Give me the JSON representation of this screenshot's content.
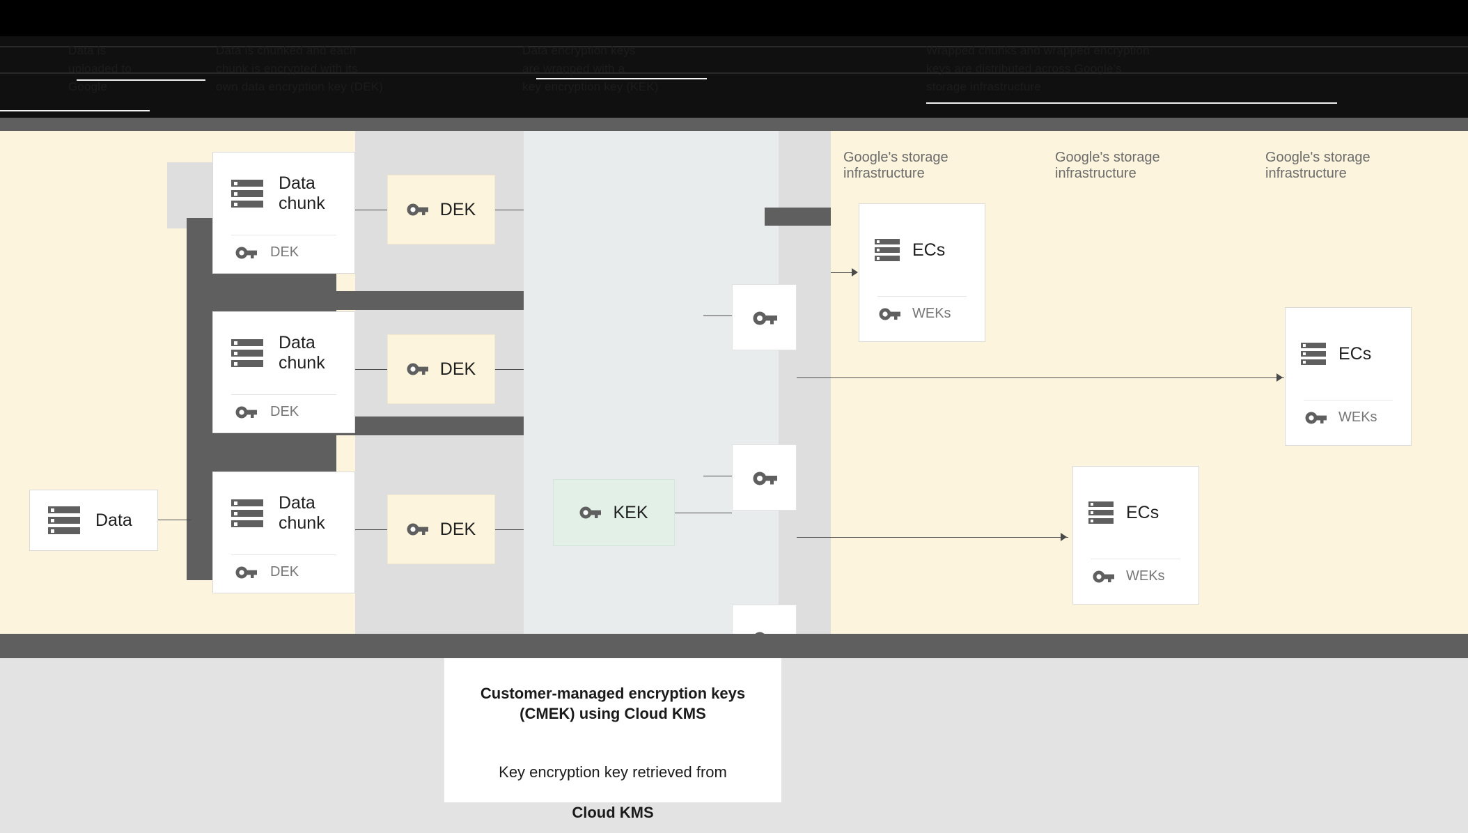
{
  "header": {
    "columns": [
      "Data is\nuploaded to\nGoogle",
      "Data is chunked and each\nchunk is encrypted with its\nown data encryption key (DEK)",
      "Data encryption keys\nare wrapped with a\nkey encryption key (KEK)",
      "Wrapped chunks and wrapped encryption\nkeys are distributed across Google's\nstorage infrastructure"
    ]
  },
  "diagram": {
    "data_box": {
      "label": "Data",
      "icon": "storage-icon"
    },
    "chunks": [
      {
        "title": "Data\nchunk",
        "icon": "storage-icon",
        "footer_label": "DEK",
        "footer_icon": "key-icon"
      },
      {
        "title": "Data\nchunk",
        "icon": "storage-icon",
        "footer_label": "DEK",
        "footer_icon": "key-icon"
      },
      {
        "title": "Data\nchunk",
        "icon": "storage-icon",
        "footer_label": "DEK",
        "footer_icon": "key-icon"
      }
    ],
    "deks": [
      {
        "label": "DEK",
        "icon": "key-icon"
      },
      {
        "label": "DEK",
        "icon": "key-icon"
      },
      {
        "label": "DEK",
        "icon": "key-icon"
      }
    ],
    "kek": {
      "label": "KEK",
      "icon": "key-icon"
    },
    "wrapped_keys": [
      {
        "icon": "key-icon"
      },
      {
        "icon": "key-icon"
      },
      {
        "icon": "key-icon"
      }
    ],
    "storage_labels": [
      "Google's storage\ninfrastructure",
      "Google's storage\ninfrastructure",
      "Google's storage\ninfrastructure"
    ],
    "ec_cards": [
      {
        "title": "ECs",
        "icon": "storage-icon",
        "footer_label": "WEKs",
        "footer_icon": "key-icon"
      },
      {
        "title": "ECs",
        "icon": "storage-icon",
        "footer_label": "WEKs",
        "footer_icon": "key-icon"
      },
      {
        "title": "ECs",
        "icon": "storage-icon",
        "footer_label": "WEKs",
        "footer_icon": "key-icon"
      }
    ]
  },
  "caption": {
    "bold_line": "Customer-managed encryption keys\n(CMEK) using Cloud KMS",
    "normal_line": "Key encryption key retrieved from",
    "normal_bold": "Cloud KMS"
  },
  "colors": {
    "cream": "#fcf4dc",
    "grey_band": "#e8ecec",
    "grey_col": "#dedede",
    "slab": "#5f5f5f",
    "kek_green": "#e2f0e8",
    "icon_grey": "#5f5f5f",
    "text_muted": "#6b6b6b",
    "page_grey": "#e3e3e3"
  }
}
